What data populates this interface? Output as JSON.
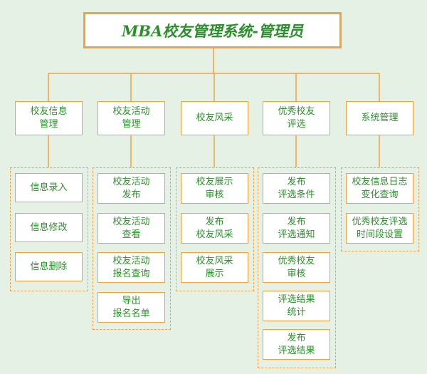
{
  "colors": {
    "background": "#e5f1e4",
    "border": "#f0a33d",
    "text": "#2c8f2c",
    "box_fill": "#ffffff"
  },
  "title": "MBA校友管理系统-管理员",
  "modules": [
    {
      "label": "校友信息\n管理",
      "children": [
        "信息录入",
        "信息修改",
        "信息删除"
      ]
    },
    {
      "label": "校友活动\n管理",
      "children": [
        "校友活动\n发布",
        "校友活动\n查看",
        "校友活动\n报名查询",
        "导出\n报名名单"
      ]
    },
    {
      "label": "校友风采",
      "children": [
        "校友展示\n审核",
        "发布\n校友风采",
        "校友风采\n展示"
      ]
    },
    {
      "label": "优秀校友\n评选",
      "children": [
        "发布\n评选条件",
        "发布\n评选通知",
        "优秀校友\n审核",
        "评选结果\n统计",
        "发布\n评选结果"
      ]
    },
    {
      "label": "系统管理",
      "children": [
        "校友信息日志\n变化查询",
        "优秀校友评选\n时间段设置"
      ]
    }
  ]
}
